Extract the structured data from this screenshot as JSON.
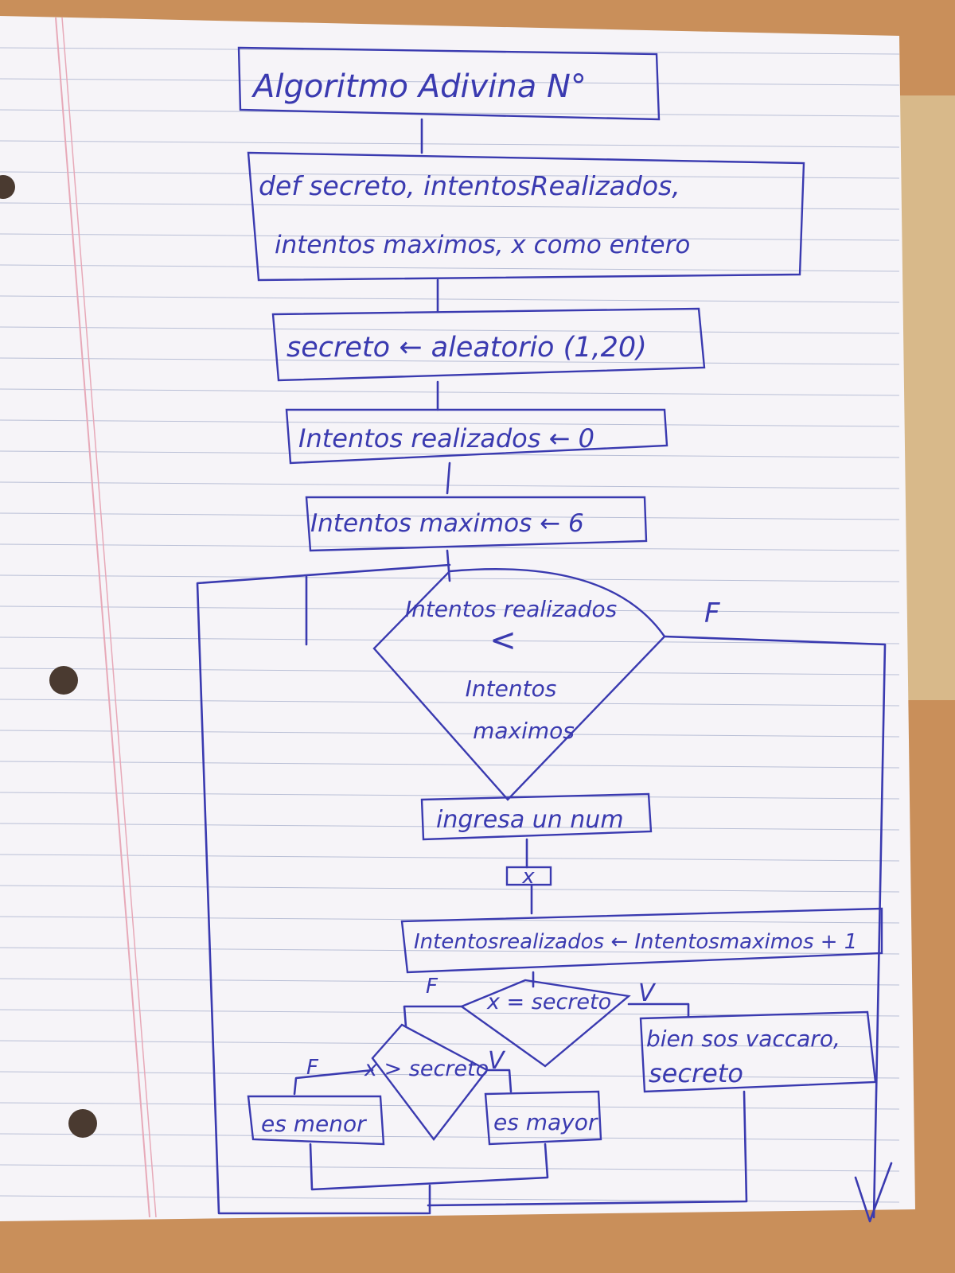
{
  "ink_color": "#3a3ab0",
  "paper_color": "#f6f4f8",
  "table_color": "#c98f5a",
  "title": "Algoritmo Adivina N°",
  "declare_line1": "def secreto, intentosRealizados,",
  "declare_line2": "intentos maximos, x como entero",
  "assign_secret": "secreto ← aleatorio (1,20)",
  "assign_attempts": "Intentos realizados ← 0",
  "assign_max": "Intentos maximos ← 6",
  "loop_condition": {
    "line1": "Intentos realizados",
    "line2": "<",
    "line3": "Intentos",
    "line4": "maximos",
    "false_label": "F"
  },
  "input_prompt": "ingresa un num",
  "read_var": "x",
  "increment": "Intentosrealizados ← Intentosmaximos + 1",
  "check_equal": {
    "text": "x = secreto",
    "false_label": "F",
    "true_label": "V"
  },
  "win_message_line1": "bien sos vaccaro,",
  "win_message_line2": "secreto",
  "check_greater": {
    "text": "x > secreto",
    "false_label": "F",
    "true_label": "V"
  },
  "less_message": "es menor",
  "greater_message": "es mayor"
}
